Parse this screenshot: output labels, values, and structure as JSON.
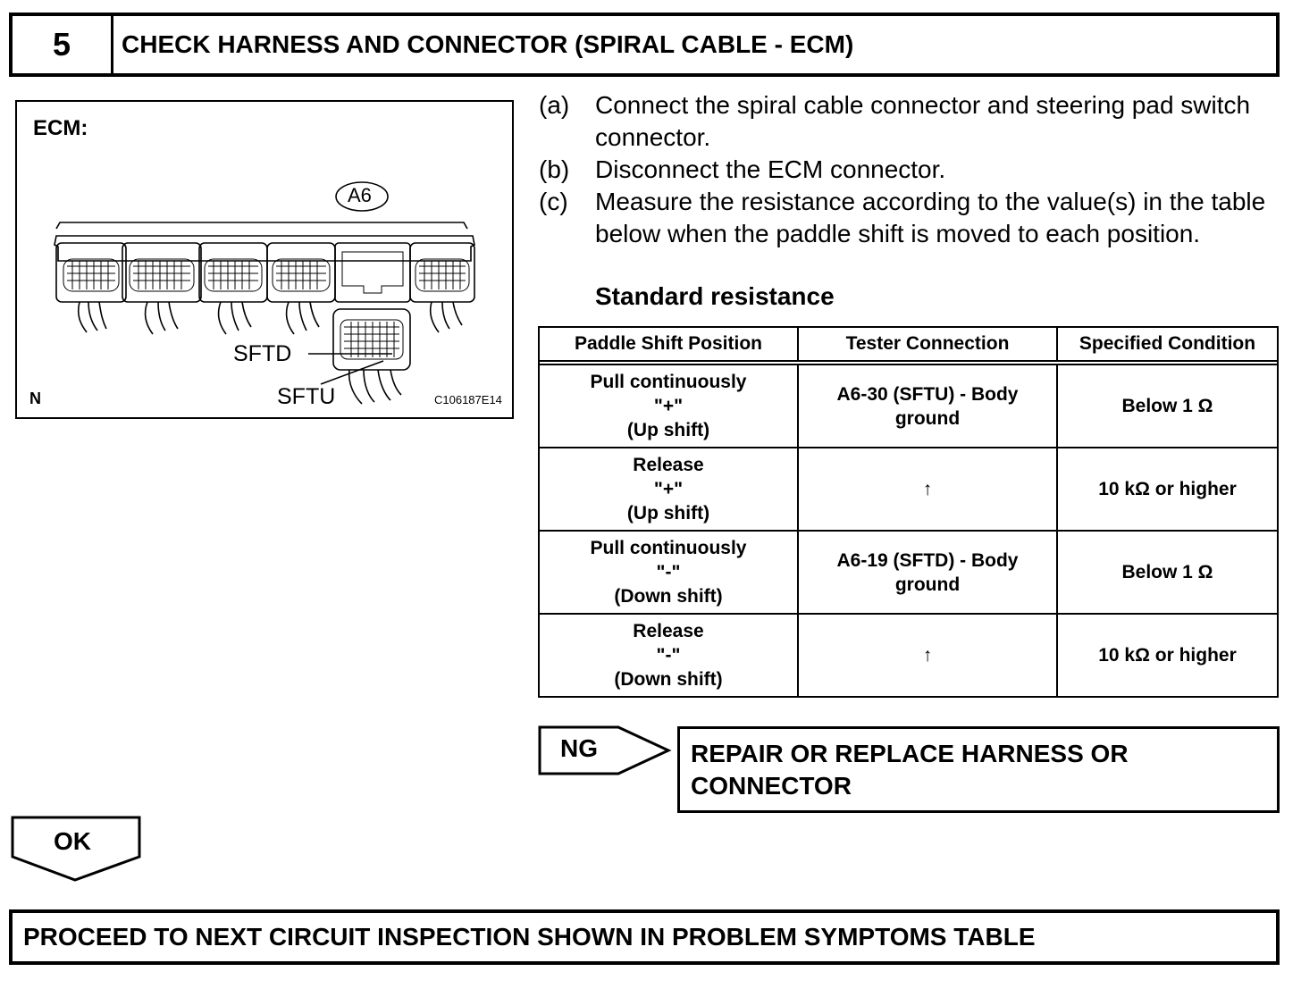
{
  "step": {
    "number": "5",
    "title": "CHECK HARNESS AND CONNECTOR (SPIRAL CABLE - ECM)"
  },
  "figure": {
    "ecm_label": "ECM:",
    "connector_tag": "A6",
    "pin_sftd": "SFTD",
    "pin_sftu": "SFTU",
    "corner_letter": "N",
    "figure_code": "C106187E14"
  },
  "instructions": [
    {
      "label": "(a)",
      "text": "Connect the spiral cable connector and steering pad switch connector."
    },
    {
      "label": "(b)",
      "text": "Disconnect the ECM connector."
    },
    {
      "label": "(c)",
      "text": "Measure the resistance according to the value(s) in the table below when the paddle shift is moved to each position."
    }
  ],
  "standard_resistance_label": "Standard resistance",
  "table": {
    "headers": [
      "Paddle Shift Position",
      "Tester Connection",
      "Specified Condition"
    ],
    "rows": [
      {
        "pos": [
          "Pull continuously",
          "\"+\"",
          "(Up shift)"
        ],
        "tester": "A6-30 (SFTU) - Body ground",
        "cond": "Below 1 Ω"
      },
      {
        "pos": [
          "Release",
          "\"+\"",
          "(Up shift)"
        ],
        "tester": "↑",
        "cond": "10 kΩ or higher"
      },
      {
        "pos": [
          "Pull continuously",
          "\"-\"",
          "(Down shift)"
        ],
        "tester": "A6-19 (SFTD) - Body ground",
        "cond": "Below 1 Ω"
      },
      {
        "pos": [
          "Release",
          "\"-\"",
          "(Down shift)"
        ],
        "tester": "↑",
        "cond": "10 kΩ or higher"
      }
    ]
  },
  "ng": {
    "label": "NG",
    "result": "REPAIR OR REPLACE HARNESS OR CONNECTOR"
  },
  "ok": {
    "label": "OK"
  },
  "proceed": "PROCEED TO NEXT CIRCUIT INSPECTION SHOWN IN PROBLEM SYMPTOMS TABLE"
}
